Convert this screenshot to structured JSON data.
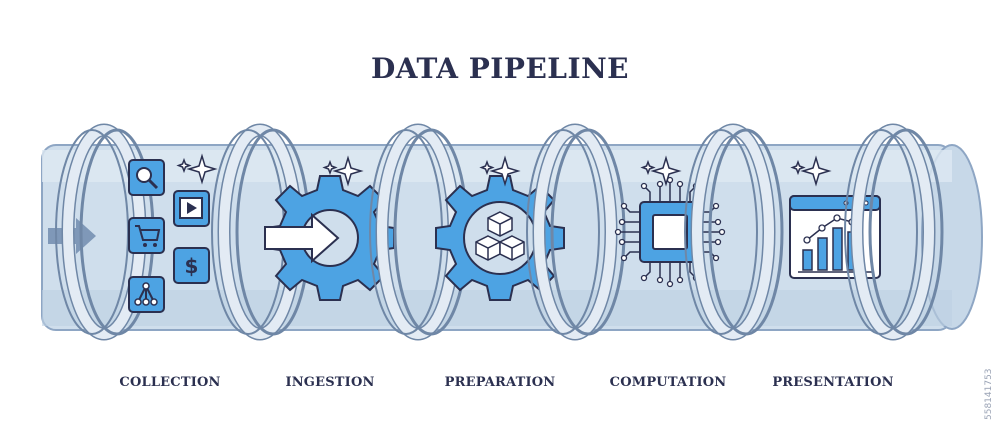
{
  "title": "DATA PIPELINE",
  "stages": [
    {
      "label": "COLLECTION",
      "icon": "collection-icons"
    },
    {
      "label": "INGESTION",
      "icon": "gear-arrow-icon"
    },
    {
      "label": "PREPARATION",
      "icon": "gear-cubes-icon"
    },
    {
      "label": "COMPUTATION",
      "icon": "microchip-icon"
    },
    {
      "label": "PRESENTATION",
      "icon": "dashboard-chart-icon"
    }
  ],
  "watermark": "558141753",
  "colors": {
    "pipe_fill": "#c9d9e8",
    "pipe_stroke": "#8ea6c4",
    "ring_fill": "#d9e4ef",
    "ring_stroke": "#6f87a6",
    "accent_blue": "#4da3e3",
    "dark_navy": "#2b3050"
  }
}
